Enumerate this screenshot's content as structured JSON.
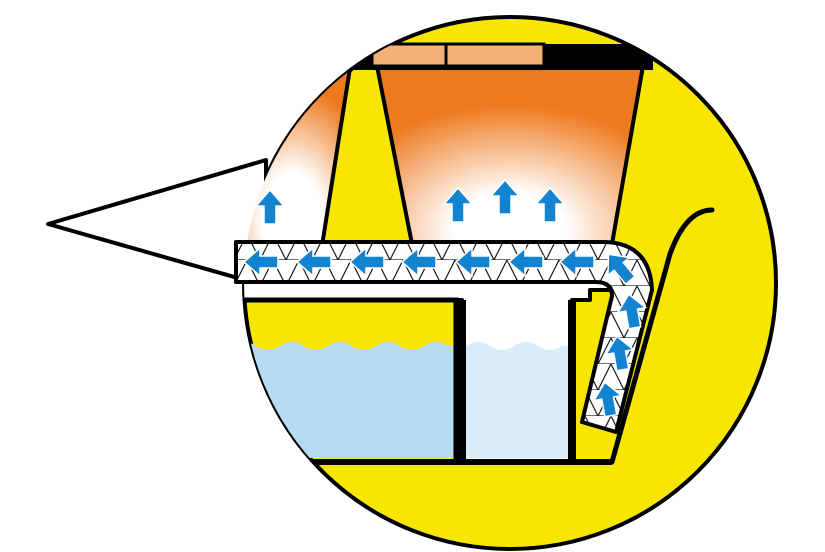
{
  "colors": {
    "background": "#ffffff",
    "circle_fill": "#f6e600",
    "outline": "#000000",
    "lamp_orange": "#ee7a1f",
    "lamp_glow": "#ffffff",
    "lamp_cap": "#f3b078",
    "water": "#b7dcf1",
    "water_light": "#d9ecf8",
    "arrow": "#1284cf",
    "wick_fill": "#ffffff",
    "wick_hatch": "#1b1b1b"
  },
  "parts": [
    {
      "name": "outer-circle"
    },
    {
      "name": "speaker-cone"
    },
    {
      "name": "lamp-housing-left"
    },
    {
      "name": "lamp-housing-right"
    },
    {
      "name": "lamp-cap"
    },
    {
      "name": "wick-channel"
    },
    {
      "name": "water-reservoir"
    },
    {
      "name": "spout"
    }
  ],
  "icons": {
    "flow": "arrow-icon"
  }
}
